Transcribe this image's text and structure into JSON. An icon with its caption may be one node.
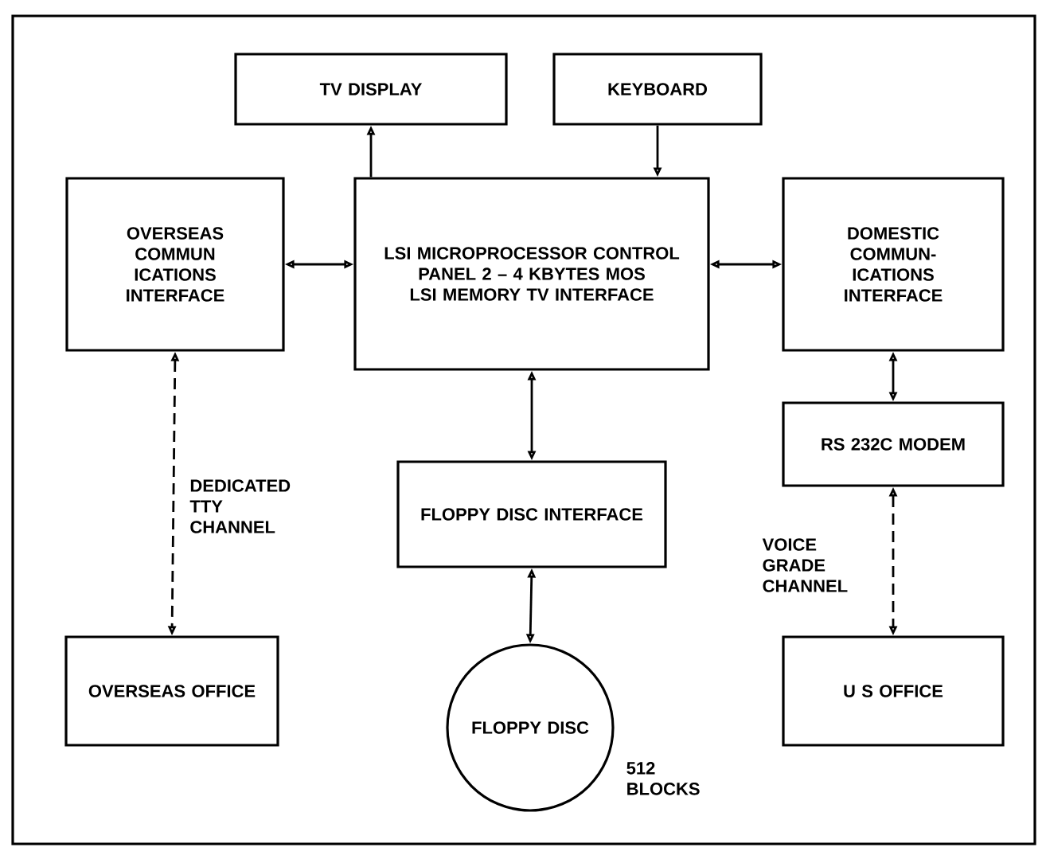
{
  "diagram": {
    "nodes": [
      {
        "text": [
          "TV DISPLAY"
        ]
      },
      {
        "text": [
          "KEYBOARD"
        ]
      },
      {
        "text": [
          "OVERSEAS COMMUN ICATIONS INTERFACE"
        ]
      },
      {
        "text": [
          "LSI MICROPROCESSOR CONTROL PANEL 2 – 4 KBYTES MOS LSI MEMORY TV INTERFACE"
        ]
      },
      {
        "text": [
          "DOMESTIC COMMUN- ICATIONS INTERFACE"
        ]
      },
      {
        "text": [
          "RS 232C MODEM"
        ]
      },
      {
        "text": [
          "FLOPPY DISC INTERFACE"
        ]
      },
      {
        "text": [
          "OVERSEAS OFFICE"
        ]
      },
      {
        "text": [
          "FLOPPY DISC"
        ],
        "beside": [
          "512 BLOCKS"
        ]
      },
      {
        "text": [
          "U S OFFICE"
        ]
      }
    ],
    "edges": [
      {
        "from": 3,
        "to": 0,
        "arrow": "to"
      },
      {
        "from": 1,
        "to": 3,
        "arrow": "to"
      },
      {
        "from": 2,
        "to": 3,
        "arrow": "both"
      },
      {
        "from": 3,
        "to": 4,
        "arrow": "both"
      },
      {
        "from": 4,
        "to": 5,
        "arrow": "both"
      },
      {
        "from": 3,
        "to": 6,
        "arrow": "both"
      },
      {
        "from": 6,
        "to": 8,
        "arrow": "both"
      },
      {
        "from": 2,
        "to": 7,
        "arrow": "both",
        "style": "dashed",
        "label": "DEDICATED TTY CHANNEL"
      },
      {
        "from": 5,
        "to": 9,
        "arrow": "both",
        "style": "dashed",
        "label": "VOICE GRADE CHANNEL"
      }
    ]
  }
}
